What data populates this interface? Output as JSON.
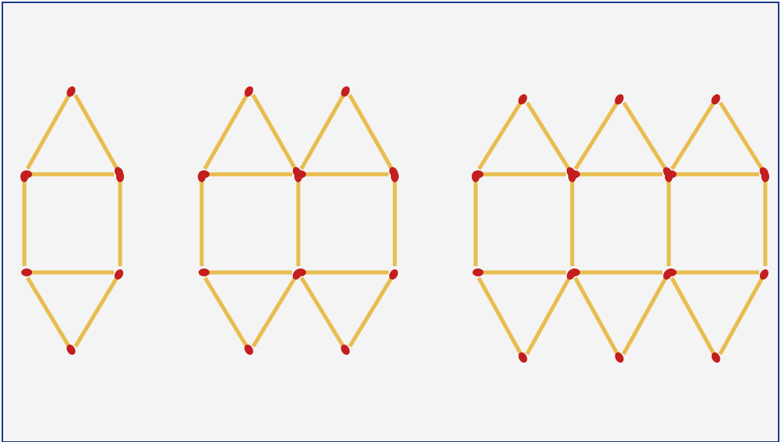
{
  "colors": {
    "background": "#f4f4f4",
    "frame_border": "#1e3a8a",
    "match_stick": "#e8bd4f",
    "match_head": "#c41e1e"
  },
  "figures": [
    {
      "name": "figure-1-square",
      "squares": 1,
      "triangles_top": 1,
      "triangles_bottom": 1
    },
    {
      "name": "figure-2-squares",
      "squares": 2,
      "triangles_top": 2,
      "triangles_bottom": 2
    },
    {
      "name": "figure-3-squares",
      "squares": 3,
      "triangles_top": 3,
      "triangles_bottom": 3
    }
  ]
}
